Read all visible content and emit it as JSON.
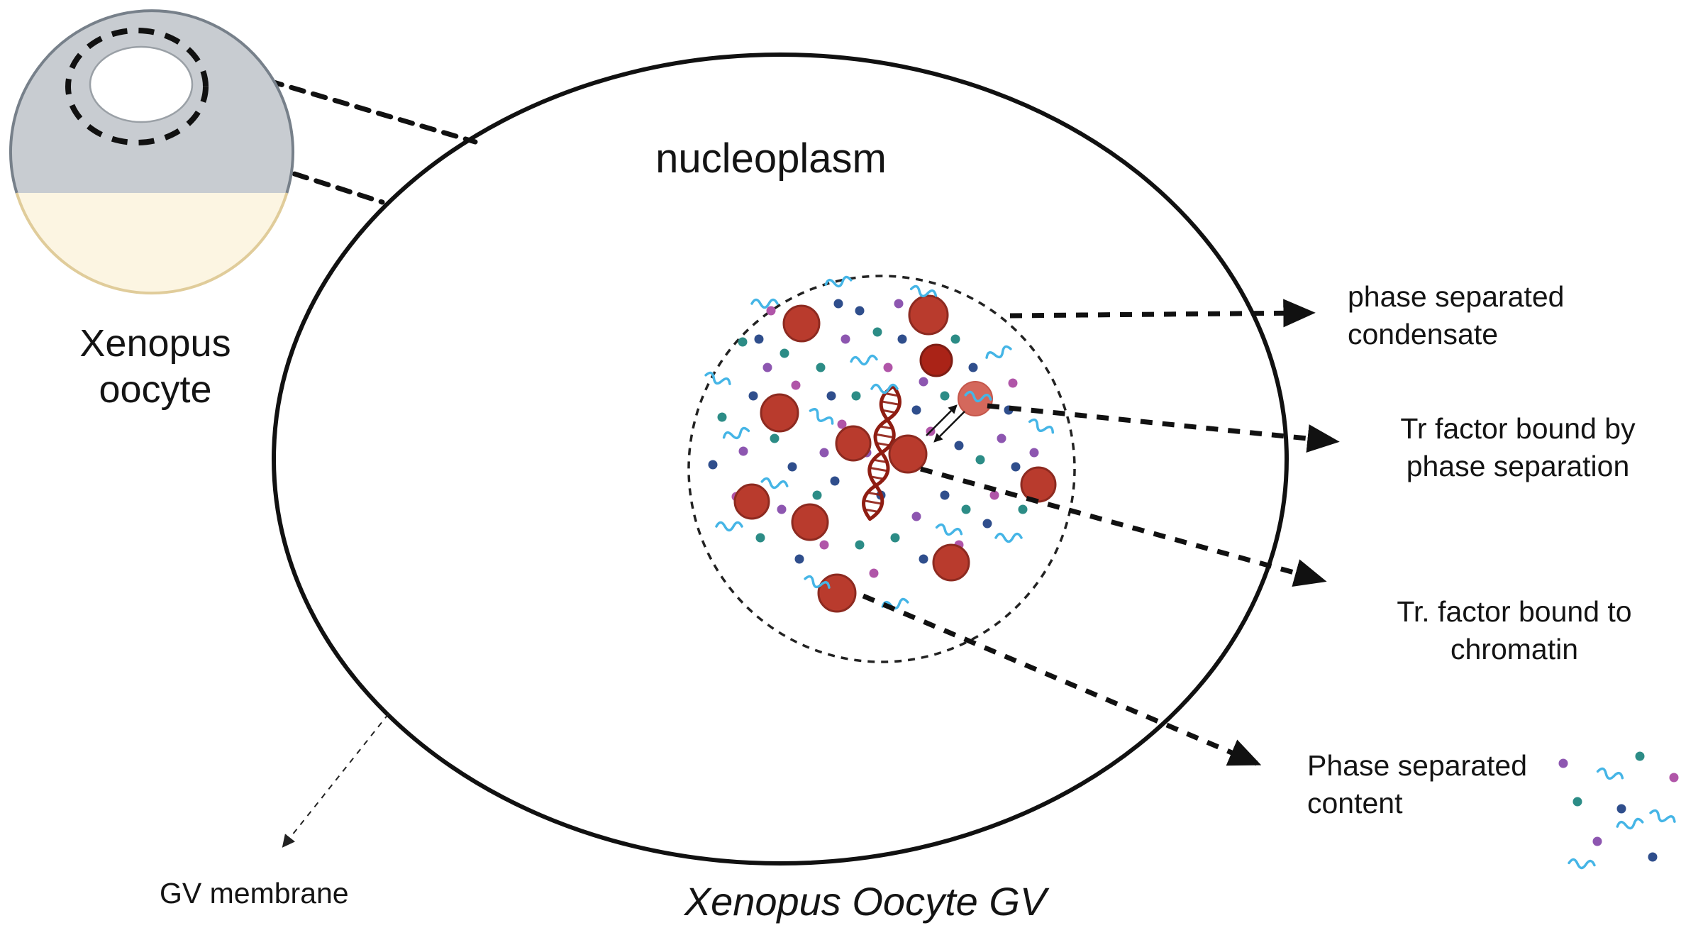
{
  "labels": {
    "nucleoplasm": "nucleoplasm",
    "oocyte": [
      "Xenopus",
      "oocyte"
    ],
    "gv_title": "Xenopus Oocyte GV",
    "gv_membrane": "GV membrane"
  },
  "annotations": [
    {
      "lines": [
        "phase separated",
        "condensate"
      ]
    },
    {
      "lines": [
        "Tr factor bound by",
        "phase separation"
      ]
    },
    {
      "lines": [
        "Tr. factor bound to",
        "chromatin"
      ]
    },
    {
      "lines": [
        "Phase separated",
        "content"
      ]
    }
  ],
  "colors": {
    "condensate_red": "#b93b2d",
    "condensate_edge": "#8d2a20",
    "condensate_dark": "#aa2317",
    "condensate_light": "#d4685c",
    "dna_red": "#8f1d12",
    "rna_blue": "#45b5e6",
    "dot_navy": "#2f4e8c",
    "dot_teal": "#2c8c86",
    "dot_purple": "#8d56b0",
    "dot_magenta": "#b055a8",
    "oocyte_gray": "#c8ccd1",
    "oocyte_cream": "#fcf5e2",
    "outline": "#111111"
  },
  "decor": {
    "condensates": [
      [
        1130,
        456,
        25,
        "normal"
      ],
      [
        1309,
        444,
        27,
        "normal"
      ],
      [
        1320,
        508,
        22,
        "dark"
      ],
      [
        1375,
        562,
        24,
        "light"
      ],
      [
        1099,
        582,
        26,
        "normal"
      ],
      [
        1203,
        625,
        24,
        "normal"
      ],
      [
        1280,
        640,
        26,
        "normal"
      ],
      [
        1060,
        707,
        24,
        "normal"
      ],
      [
        1142,
        736,
        25,
        "normal"
      ],
      [
        1464,
        683,
        24,
        "normal"
      ],
      [
        1341,
        793,
        25,
        "normal"
      ],
      [
        1180,
        836,
        26,
        "normal"
      ]
    ],
    "dots": [
      [
        1018,
        588,
        "teal"
      ],
      [
        1005,
        655,
        "navy"
      ],
      [
        1048,
        636,
        "purple"
      ],
      [
        1038,
        700,
        "magenta"
      ],
      [
        1062,
        558,
        "navy"
      ],
      [
        1082,
        518,
        "purple"
      ],
      [
        1106,
        498,
        "teal"
      ],
      [
        1070,
        478,
        "navy"
      ],
      [
        1122,
        543,
        "magenta"
      ],
      [
        1092,
        618,
        "teal"
      ],
      [
        1117,
        658,
        "navy"
      ],
      [
        1102,
        718,
        "purple"
      ],
      [
        1072,
        758,
        "teal"
      ],
      [
        1127,
        788,
        "navy"
      ],
      [
        1162,
        768,
        "magenta"
      ],
      [
        1152,
        698,
        "teal"
      ],
      [
        1177,
        678,
        "navy"
      ],
      [
        1162,
        638,
        "purple"
      ],
      [
        1187,
        598,
        "magenta"
      ],
      [
        1172,
        558,
        "navy"
      ],
      [
        1157,
        518,
        "teal"
      ],
      [
        1192,
        478,
        "purple"
      ],
      [
        1212,
        438,
        "navy"
      ],
      [
        1237,
        468,
        "teal"
      ],
      [
        1252,
        518,
        "magenta"
      ],
      [
        1272,
        478,
        "navy"
      ],
      [
        1302,
        538,
        "purple"
      ],
      [
        1332,
        558,
        "teal"
      ],
      [
        1292,
        578,
        "navy"
      ],
      [
        1312,
        608,
        "magenta"
      ],
      [
        1352,
        628,
        "navy"
      ],
      [
        1382,
        648,
        "teal"
      ],
      [
        1412,
        618,
        "purple"
      ],
      [
        1432,
        658,
        "navy"
      ],
      [
        1402,
        698,
        "magenta"
      ],
      [
        1362,
        718,
        "teal"
      ],
      [
        1332,
        698,
        "navy"
      ],
      [
        1292,
        728,
        "purple"
      ],
      [
        1262,
        758,
        "teal"
      ],
      [
        1302,
        788,
        "navy"
      ],
      [
        1352,
        768,
        "magenta"
      ],
      [
        1392,
        738,
        "navy"
      ],
      [
        1442,
        718,
        "teal"
      ],
      [
        1458,
        638,
        "purple"
      ],
      [
        1422,
        578,
        "navy"
      ],
      [
        1232,
        808,
        "magenta"
      ],
      [
        1212,
        768,
        "teal"
      ],
      [
        1242,
        698,
        "navy"
      ],
      [
        1222,
        638,
        "purple"
      ],
      [
        1207,
        558,
        "teal"
      ],
      [
        1267,
        428,
        "purple"
      ],
      [
        1182,
        428,
        "navy"
      ],
      [
        1347,
        478,
        "teal"
      ],
      [
        1372,
        518,
        "navy"
      ],
      [
        1428,
        540,
        "magenta"
      ],
      [
        1087,
        438,
        "magenta"
      ],
      [
        1047,
        482,
        "teal"
      ]
    ],
    "squiggles": [
      [
        1012,
        535,
        20
      ],
      [
        1078,
        428,
        0
      ],
      [
        1182,
        398,
        -10
      ],
      [
        1302,
        412,
        15
      ],
      [
        1247,
        548,
        0
      ],
      [
        1158,
        588,
        30
      ],
      [
        1038,
        612,
        -15
      ],
      [
        1092,
        682,
        10
      ],
      [
        1028,
        742,
        0
      ],
      [
        1152,
        822,
        20
      ],
      [
        1262,
        852,
        -10
      ],
      [
        1338,
        748,
        15
      ],
      [
        1422,
        758,
        0
      ],
      [
        1468,
        602,
        25
      ],
      [
        1408,
        498,
        -20
      ],
      [
        1379,
        560,
        10
      ],
      [
        1218,
        508,
        -5
      ]
    ],
    "outer_dots": [
      [
        2204,
        1076,
        "purple"
      ],
      [
        2224,
        1130,
        "teal"
      ],
      [
        2286,
        1140,
        "navy"
      ],
      [
        2252,
        1186,
        "purple"
      ],
      [
        2330,
        1208,
        "navy"
      ],
      [
        2360,
        1096,
        "magenta"
      ],
      [
        2312,
        1066,
        "teal"
      ]
    ],
    "outer_squiggles": [
      [
        2270,
        1092,
        15
      ],
      [
        2298,
        1162,
        -10
      ],
      [
        2230,
        1218,
        5
      ],
      [
        2344,
        1152,
        20
      ]
    ]
  }
}
